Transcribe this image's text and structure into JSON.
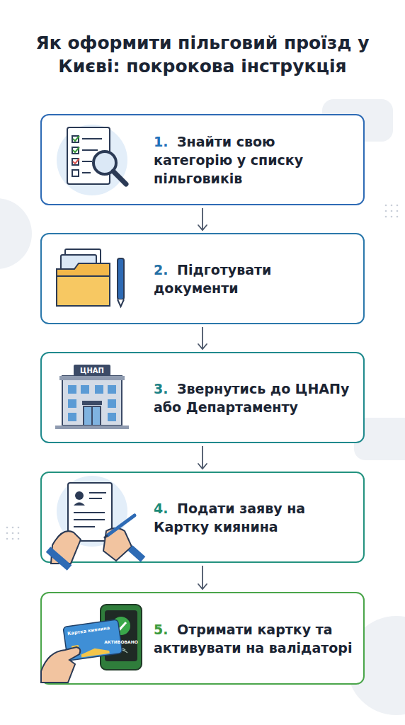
{
  "diagram": {
    "title": "Як оформити пільговий проїзд у Києві: покрокова інструкція",
    "nodes": [
      {
        "text": [
          "1.",
          "Знайти свою категорію у списку пільговиків"
        ]
      },
      {
        "text": [
          "2.",
          "Підготувати документи"
        ]
      },
      {
        "text": [
          "3.",
          "Звернутись до ЦНАПу або Департаменту"
        ]
      },
      {
        "text": [
          "4.",
          "Подати заяву на Картку киянина"
        ]
      },
      {
        "text": [
          "5.",
          "Отримати картку та активувати на валідаторі"
        ]
      }
    ],
    "edges": [
      {
        "from": 0,
        "to": 1,
        "arrow": "to"
      },
      {
        "from": 1,
        "to": 2,
        "arrow": "to"
      },
      {
        "from": 2,
        "to": 3,
        "arrow": "to"
      },
      {
        "from": 3,
        "to": 4,
        "arrow": "to"
      }
    ],
    "labels": [
      "ЦНАП",
      "Картка киянина",
      "АКТИВОВАНО"
    ]
  }
}
